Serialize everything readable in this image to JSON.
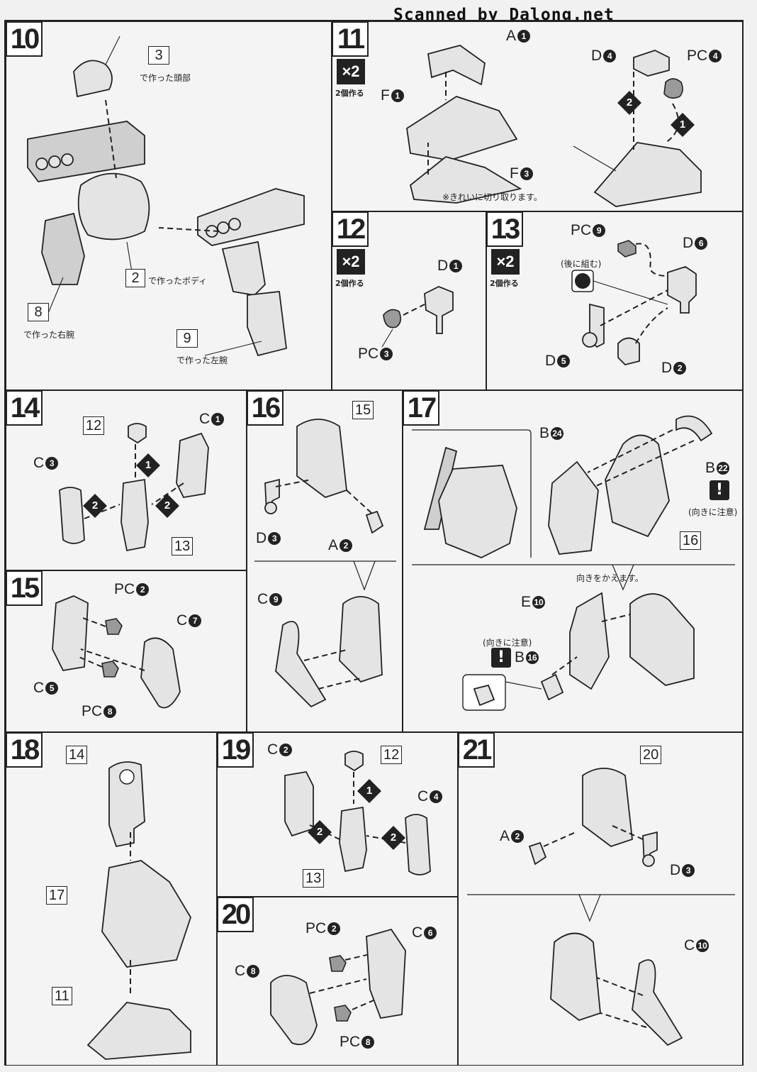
{
  "watermark": "Scanned by Dalong.net",
  "steps": {
    "s10": {
      "number": "10",
      "head_ref": "3",
      "head_text": "で作った頭部",
      "body_ref": "2",
      "body_text": "で作ったボディ",
      "rarm_ref": "8",
      "rarm_text": "で作った右腕",
      "larm_ref": "9",
      "larm_text": "で作った左腕"
    },
    "s11": {
      "number": "11",
      "multiplier": "×2",
      "make_text": "2個作る",
      "parts": {
        "a1": "A",
        "a1n": "1",
        "f1": "F",
        "f1n": "1",
        "f3": "F",
        "f3n": "3",
        "d4": "D",
        "d4n": "4",
        "pc4": "PC",
        "pc4n": "4"
      },
      "order1": "1",
      "order2": "2",
      "note": "※きれいに切り取ります。"
    },
    "s12": {
      "number": "12",
      "multiplier": "×2",
      "make_text": "2個作る",
      "d1": "D",
      "d1n": "1",
      "pc3": "PC",
      "pc3n": "3"
    },
    "s13": {
      "number": "13",
      "multiplier": "×2",
      "make_text": "2個作る",
      "pc9": "PC",
      "pc9n": "9",
      "d6": "D",
      "d6n": "6",
      "later_text": "(後に組む)",
      "d5": "D",
      "d5n": "5",
      "d2": "D",
      "d2n": "2"
    },
    "s14": {
      "number": "14",
      "ref12": "12",
      "ref13": "13",
      "c1": "C",
      "c1n": "1",
      "c3": "C",
      "c3n": "3",
      "order1": "1",
      "order2": "2"
    },
    "s15": {
      "number": "15",
      "pc2": "PC",
      "pc2n": "2",
      "c7": "C",
      "c7n": "7",
      "c5": "C",
      "c5n": "5",
      "pc8": "PC",
      "pc8n": "8"
    },
    "s16": {
      "number": "16",
      "ref15": "15",
      "d3": "D",
      "d3n": "3",
      "a2": "A",
      "a2n": "2",
      "c9": "C",
      "c9n": "9"
    },
    "s17": {
      "number": "17",
      "b24": "B",
      "b24n": "24",
      "b22": "B",
      "b22n": "22",
      "ref16": "16",
      "warn": "!",
      "caution": "(向きに注意)",
      "reverse": "向きをかえます。",
      "e10": "E",
      "e10n": "10",
      "b16": "B",
      "b16n": "16"
    },
    "s18": {
      "number": "18",
      "ref14": "14",
      "ref17": "17",
      "ref11": "11"
    },
    "s19": {
      "number": "19",
      "c2": "C",
      "c2n": "2",
      "ref12": "12",
      "c4": "C",
      "c4n": "4",
      "ref13": "13",
      "order1": "1",
      "order2": "2"
    },
    "s20": {
      "number": "20",
      "pc2": "PC",
      "pc2n": "2",
      "c6": "C",
      "c6n": "6",
      "c8": "C",
      "c8n": "8",
      "pc8": "PC",
      "pc8n": "8"
    },
    "s21": {
      "number": "21",
      "ref20": "20",
      "a2": "A",
      "a2n": "2",
      "d3": "D",
      "d3n": "3",
      "c10": "C",
      "c10n": "10"
    }
  }
}
